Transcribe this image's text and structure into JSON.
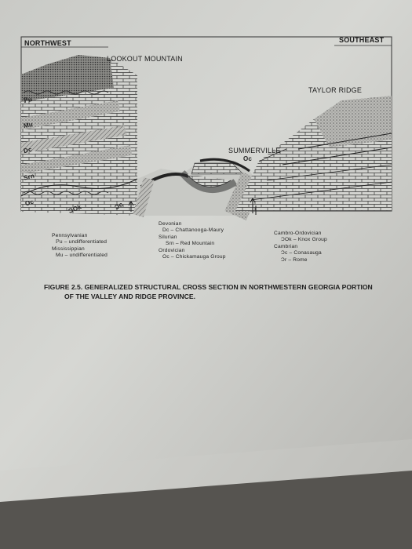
{
  "figure": {
    "direction_left": "NORTHWEST",
    "direction_right": "SOUTHEAST",
    "places": {
      "lookout": "LOOKOUT MOUNTAIN",
      "taylor": "TAYLOR RIDGE",
      "summerville": "SUMMERVILLE"
    },
    "units": {
      "pu": "ℙu",
      "mu": "Mu",
      "dc": "Dc",
      "srn": "Srn",
      "oc_left": "Oc",
      "cok_left": "ƆOk",
      "cc": "Ɔc",
      "oc_top": "Oc"
    },
    "caption_line1": "FIGURE 2.5. GENERALIZED STRUCTURAL CROSS SECTION IN NORTHWESTERN GEORGIA PORTION",
    "caption_line2": "OF THE VALLEY AND RIDGE PROVINCE."
  },
  "legend": {
    "col1": [
      "Pennsylvanian",
      "ℙu – undifferentiated",
      "Mississippian",
      "Mu – undifferentiated"
    ],
    "col2": [
      "Devonian",
      "Dc – Chattanooga-Maury",
      "Silurian",
      "Srn – Red Mountain",
      "Ordovician",
      "Oc – Chickamauga Group"
    ],
    "col3": [
      "Cambro-Ordovician",
      "ƆOk – Knox Group",
      "Cambrian",
      "Ɔc – Conasauga",
      "Ɔr – Rome"
    ]
  }
}
